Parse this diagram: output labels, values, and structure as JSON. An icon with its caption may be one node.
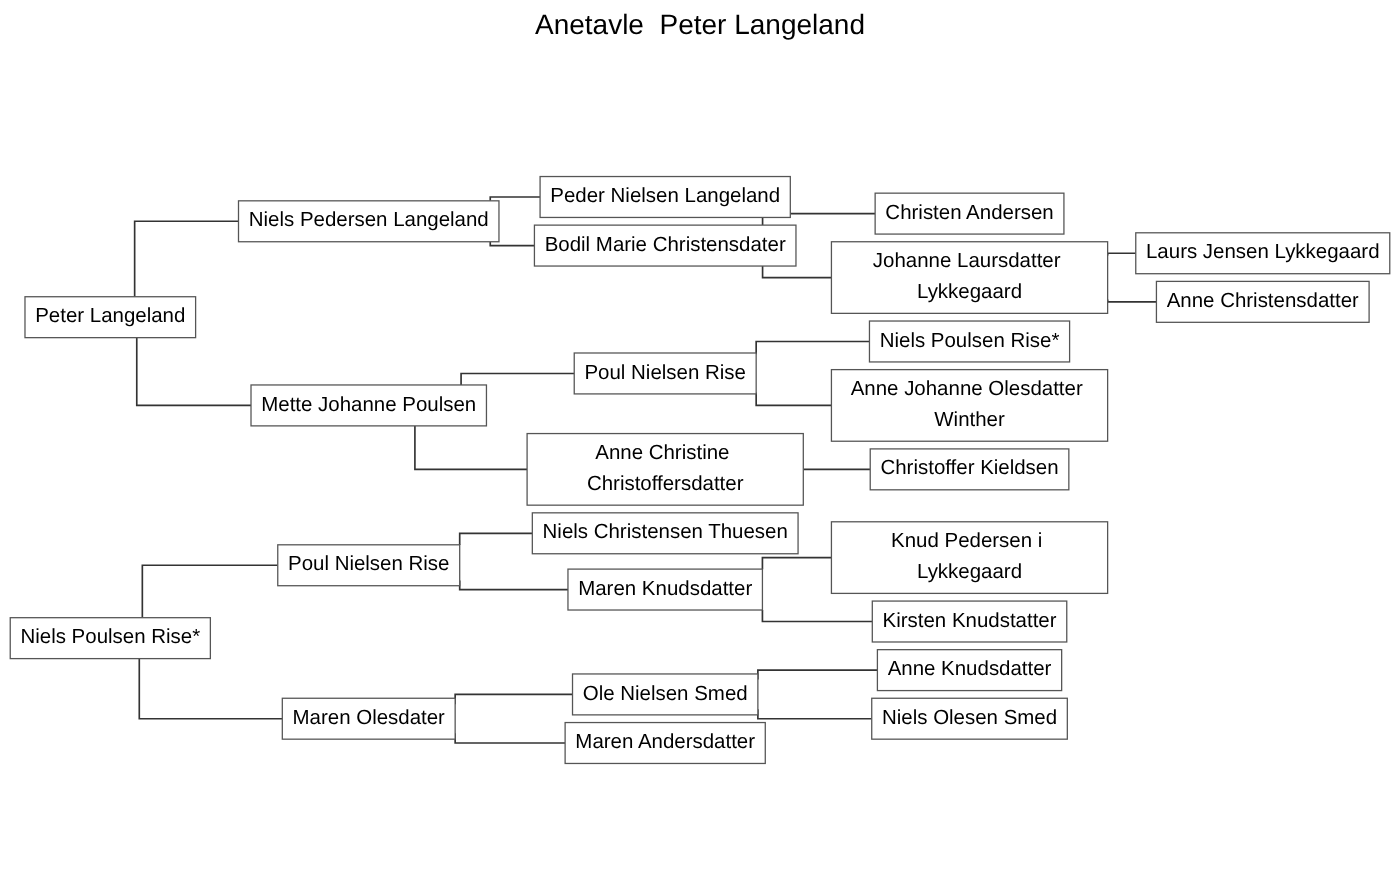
{
  "diagram": {
    "title": "Anetavle  Peter Langeland",
    "nodes": [
      {
        "text": [
          "Peter Langeland"
        ]
      },
      {
        "text": [
          "Niels Pedersen Langeland"
        ]
      },
      {
        "text": [
          "Peder Nielsen Langeland"
        ]
      },
      {
        "text": [
          "Bodil Marie Christensdater"
        ]
      },
      {
        "text": [
          "Christen Andersen"
        ]
      },
      {
        "text": [
          "Johanne Laursdatter Lykkegaard"
        ]
      },
      {
        "text": [
          "Laurs Jensen Lykkegaard"
        ]
      },
      {
        "text": [
          "Anne Christensdatter"
        ]
      },
      {
        "text": [
          "Mette Johanne Poulsen"
        ]
      },
      {
        "text": [
          "Poul Nielsen Rise"
        ]
      },
      {
        "text": [
          "Niels Poulsen Rise*"
        ]
      },
      {
        "text": [
          "Anne Johanne Olesdatter Winther"
        ]
      },
      {
        "text": [
          "Anne Christine Christoffersdatter"
        ]
      },
      {
        "text": [
          "Christoffer Kieldsen"
        ]
      },
      {
        "text": [
          "Niels Poulsen Rise*"
        ]
      },
      {
        "text": [
          "Poul Nielsen Rise"
        ]
      },
      {
        "text": [
          "Niels Christensen Thuesen"
        ]
      },
      {
        "text": [
          "Maren Knudsdatter"
        ]
      },
      {
        "text": [
          "Knud Pedersen i Lykkegaard"
        ]
      },
      {
        "text": [
          "Kirsten Knudstatter"
        ]
      },
      {
        "text": [
          "Maren Olesdater"
        ]
      },
      {
        "text": [
          "Ole Nielsen Smed"
        ]
      },
      {
        "text": [
          "Anne Knudsdatter"
        ]
      },
      {
        "text": [
          "Niels Olesen Smed"
        ]
      },
      {
        "text": [
          "Maren Andersdatter"
        ]
      }
    ],
    "edges": [
      {
        "from": 0,
        "to": 1,
        "arrow": "none"
      },
      {
        "from": 0,
        "to": 8,
        "arrow": "none"
      },
      {
        "from": 1,
        "to": 2,
        "arrow": "none"
      },
      {
        "from": 1,
        "to": 3,
        "arrow": "none"
      },
      {
        "from": 3,
        "to": 4,
        "arrow": "none"
      },
      {
        "from": 3,
        "to": 5,
        "arrow": "none"
      },
      {
        "from": 5,
        "to": 6,
        "arrow": "none"
      },
      {
        "from": 5,
        "to": 7,
        "arrow": "none"
      },
      {
        "from": 8,
        "to": 9,
        "arrow": "none"
      },
      {
        "from": 8,
        "to": 12,
        "arrow": "none"
      },
      {
        "from": 9,
        "to": 10,
        "arrow": "none"
      },
      {
        "from": 9,
        "to": 11,
        "arrow": "none"
      },
      {
        "from": 12,
        "to": 13,
        "arrow": "none"
      },
      {
        "from": 14,
        "to": 15,
        "arrow": "none"
      },
      {
        "from": 14,
        "to": 20,
        "arrow": "none"
      },
      {
        "from": 15,
        "to": 16,
        "arrow": "none"
      },
      {
        "from": 15,
        "to": 17,
        "arrow": "none"
      },
      {
        "from": 17,
        "to": 18,
        "arrow": "none"
      },
      {
        "from": 17,
        "to": 19,
        "arrow": "none"
      },
      {
        "from": 20,
        "to": 21,
        "arrow": "none"
      },
      {
        "from": 20,
        "to": 24,
        "arrow": "none"
      },
      {
        "from": 21,
        "to": 22,
        "arrow": "none"
      },
      {
        "from": 21,
        "to": 23,
        "arrow": "none"
      }
    ]
  }
}
